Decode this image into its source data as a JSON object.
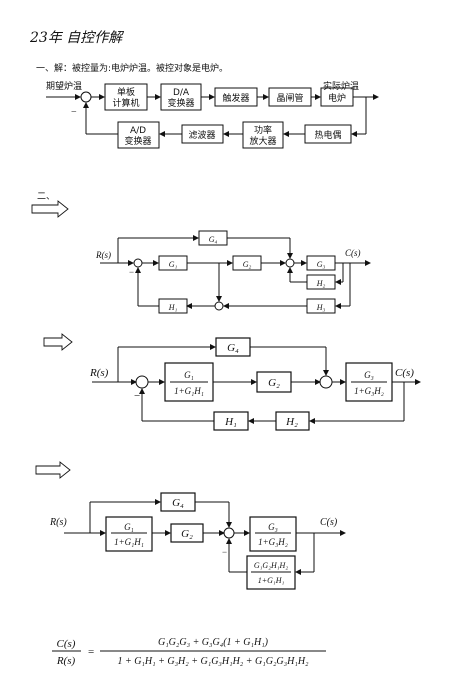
{
  "header": {
    "title": "23年 自控作解"
  },
  "part1": {
    "label": "一、解：被控量为:电炉炉温。被控对象是电炉。",
    "input_label": "期望炉温",
    "output_label": "实际炉温",
    "minus_sign": "−",
    "blocks": {
      "computer": [
        "单板",
        "计算机"
      ],
      "da": [
        "D/A",
        "变换器"
      ],
      "trigger": "触发器",
      "thyristor": "晶闸管",
      "furnace": "电炉",
      "ad": [
        "A/D",
        "变换器"
      ],
      "filter": "滤波器",
      "amplifier": [
        "功率",
        "放大器"
      ],
      "thermocouple": "热电偶"
    }
  },
  "part2": {
    "label": "二、",
    "input": "R(s)",
    "output": "C(s)",
    "minus": "−",
    "d1": {
      "G1": "G₁",
      "G2": "G₂",
      "G3": "G₃",
      "G4": "G₄",
      "H1": "H₁",
      "H2": "H₂",
      "H3": "H₃"
    },
    "d2": {
      "G4": "G₄",
      "G2": "G₂",
      "H1": "H₁",
      "H2": "H₂",
      "frac1_num": "G₁",
      "frac1_den": "1+G₁H₁",
      "frac2_num": "G₃",
      "frac2_den": "1+G₃H₂"
    },
    "d3": {
      "G4": "G₄",
      "G2": "G₂",
      "frac1_num": "G₁",
      "frac1_den": "1+G₁H₁",
      "frac2_num": "G₃",
      "frac2_den": "1+G₃H₂",
      "frac3_num": "G₁G₂H₁H₂",
      "frac3_den": "1+G₁H₁"
    }
  },
  "result": {
    "lhs_num": "C(s)",
    "lhs_den": "R(s)",
    "equals": "=",
    "numerator": "G₁G₂G₃ + G₃G₄(1 + G₁H₁)",
    "denominator": "1 + G₁H₁ + G₃H₂ + G₁G₃H₁H₂ + G₁G₂G₃H₁H₂"
  }
}
